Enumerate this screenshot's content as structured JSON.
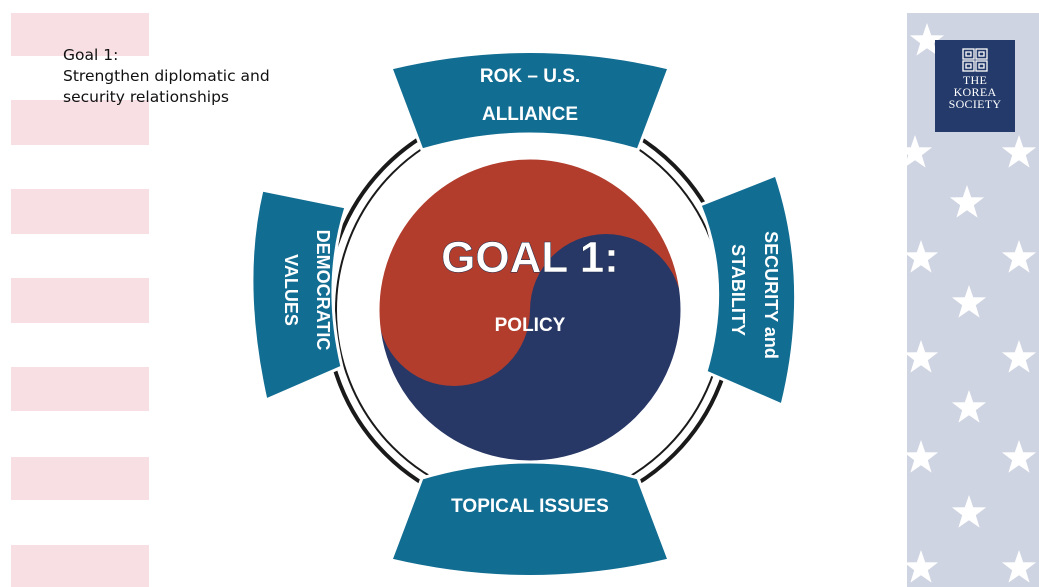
{
  "slide": {
    "goal_heading": "Goal 1:",
    "goal_description_line1": "Strengthen diplomatic and",
    "goal_description_line2": "security relationships"
  },
  "logo": {
    "line1": "THE",
    "line2": "KOREA",
    "line3": "SOCIETY"
  },
  "diagram": {
    "center_title": "GOAL 1:",
    "center_subtitle": "POLICY",
    "segments": {
      "top": {
        "line1": "ROK – U.S.",
        "line2": "ALLIANCE"
      },
      "right": {
        "line1": "SECURITY and",
        "line2": "STABILITY"
      },
      "bottom": {
        "line1": "TOPICAL ISSUES"
      },
      "left": {
        "line1": "DEMOCRATIC",
        "line2": "VALUES"
      }
    }
  },
  "colors": {
    "segment_fill": "#126d92",
    "segment_stroke": "#ffffff",
    "yin_red": "#b23d2d",
    "yang_blue": "#283866",
    "ring": "#1a1a1a",
    "stripe_pink": "#f7dfe4",
    "stars_bg": "#cfd4e2",
    "logo_bg": "#243a6a"
  }
}
